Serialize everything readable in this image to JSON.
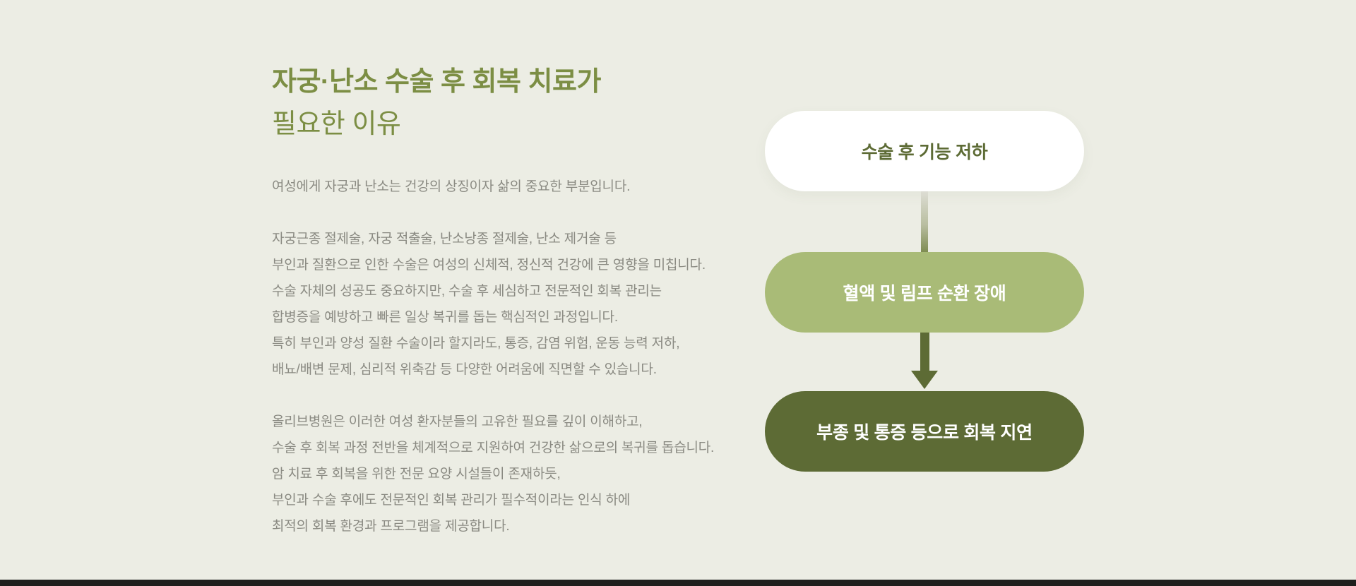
{
  "page": {
    "background_color": "#ECEDE4",
    "bottom_bar_color": "#1F1F1D"
  },
  "content": {
    "title_line1": "자궁·난소 수술 후 회복 치료가",
    "title_line2": "필요한 이유",
    "title_color": "#7C8E44",
    "body_text_color": "#8A8A82",
    "paragraph1": {
      "line1": "여성에게 자궁과 난소는 건강의 상징이자 삶의 중요한 부분입니다."
    },
    "paragraph2": {
      "line1": "자궁근종 절제술, 자궁 적출술, 난소낭종 절제술, 난소 제거술 등",
      "line2": "부인과 질환으로 인한 수술은 여성의 신체적, 정신적 건강에 큰 영향을 미칩니다.",
      "line3": "수술 자체의 성공도 중요하지만, 수술 후 세심하고 전문적인 회복 관리는",
      "line4": "합병증을 예방하고 빠른 일상 복귀를 돕는 핵심적인 과정입니다.",
      "line5": "특히 부인과 양성 질환 수술이라 할지라도, 통증, 감염 위험, 운동 능력 저하,",
      "line6": "배뇨/배변 문제, 심리적 위축감 등 다양한 어려움에 직면할 수 있습니다."
    },
    "paragraph3": {
      "line1": "올리브병원은 이러한 여성 환자분들의 고유한 필요를 깊이 이해하고,",
      "line2": "수술 후 회복 과정 전반을 체계적으로 지원하여 건강한 삶으로의 복귀를 돕습니다.",
      "line3": "암 치료 후 회복을 위한 전문 요양 시설들이 존재하듯,",
      "line4": "부인과 수술 후에도 전문적인 회복 관리가 필수적이라는 인식 하에",
      "line5": "최적의 회복 환경과 프로그램을 제공합니다."
    }
  },
  "flow": {
    "steps": [
      {
        "label": "수술 후 기능 저하",
        "bg": "#FFFFFF",
        "text_color": "#5D6B35"
      },
      {
        "label": "혈액 및 림프 순환 장애",
        "bg": "#A9BB77",
        "text_color": "#FFFFFF"
      },
      {
        "label": "부종 및 통증 등으로 회복 지연",
        "bg": "#5D6B35",
        "text_color": "#FFFFFF"
      }
    ],
    "connector_gradient_top": "#DDDDD4",
    "connector_gradient_bottom": "#7F8C52",
    "arrow_color": "#5D6B35"
  }
}
